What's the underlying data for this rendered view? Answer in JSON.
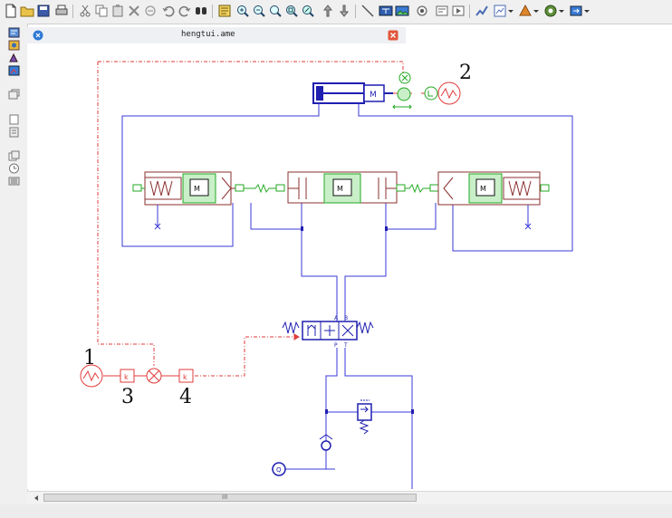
{
  "document": {
    "filename": "hengtui.ame"
  },
  "callouts": {
    "c1": "1",
    "c2": "2",
    "c3": "3",
    "c4": "4"
  },
  "colors": {
    "hydraulic_line": "#3a3ad8",
    "signal_line": "#e23b3b",
    "mechanical": "#8b2f2f",
    "spring_green": "#22aa22",
    "toolbar_bg": "#f0f0f0"
  },
  "toolbar": {
    "icons": [
      "new-document-icon",
      "open-folder-icon",
      "save-icon",
      "print-icon",
      "cut-icon",
      "copy-icon",
      "paste-icon",
      "delete-icon",
      "clear-icon",
      "undo-icon",
      "redo-icon",
      "find-icon",
      "library-icon",
      "zoom-in-icon",
      "zoom-out-icon",
      "zoom-fit-icon",
      "zoom-area-icon",
      "zoom-window-icon",
      "move-up-icon",
      "move-down-icon",
      "line-tool-icon",
      "text-tool-icon",
      "image-tool-icon",
      "parameters-icon",
      "compile-icon",
      "run-icon",
      "plot-icon",
      "color-palette-icon",
      "fill-color-icon",
      "style-icon",
      "export-icon"
    ]
  },
  "leftbar": {
    "icons": [
      "library-tree-icon",
      "properties-icon",
      "variables-icon",
      "watch-icon",
      "layers-icon",
      "document-list-icon",
      "file-icon",
      "copy-file-icon",
      "history-icon",
      "batch-icon"
    ]
  },
  "scrollbar": {
    "thumb_label": "III"
  }
}
